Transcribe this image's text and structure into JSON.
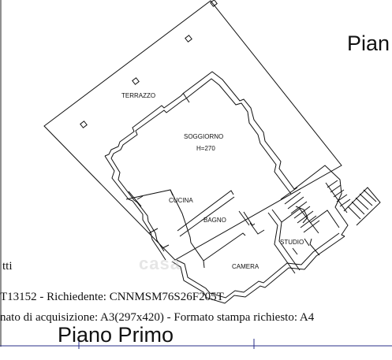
{
  "header": {
    "title": "Pian"
  },
  "rooms": {
    "terrazzo": "TERRAZZO",
    "soggiorno": "SOGGIORNO",
    "height": "H=270",
    "cucina": "CUCINA",
    "bagno": "BAGNO",
    "studio": "STUDIO",
    "camera": "CAMERA"
  },
  "footer": {
    "line_a": "tti",
    "line_b": "T13152 - Richiedente: CNNMSM76S26F205T",
    "line_c": "nato di acquisizione: A3(297x420)  - Formato stampa richiesto: A4",
    "title": "Piano Primo"
  },
  "watermark": "casa",
  "colors": {
    "ink": "#111111",
    "page": "#ffffff",
    "rule": "#2a2f8a"
  }
}
